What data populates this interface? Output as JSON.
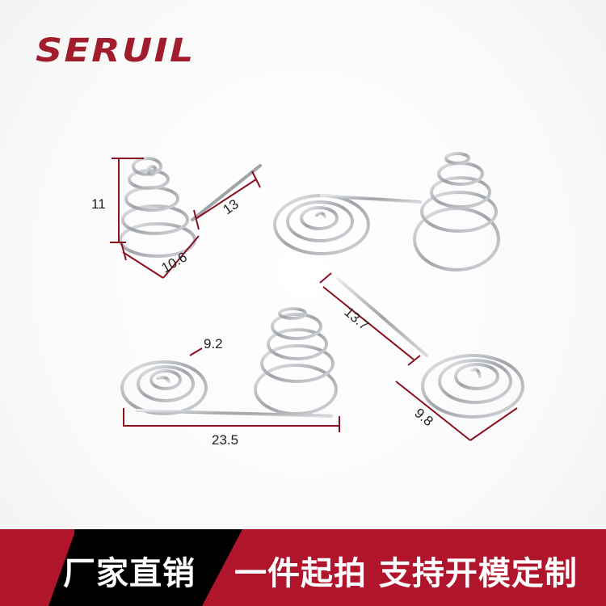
{
  "brand": {
    "logo_text": "SERUIL"
  },
  "dimensions": {
    "spring1_height": "11",
    "spring1_leg": "13",
    "spring1_diameter": "10.6",
    "spring3_small": "9.2",
    "spring3_length": "23.5",
    "spring4_leg": "13.7",
    "spring4_diameter": "9.8"
  },
  "banner": {
    "left_text": "厂家直销",
    "right_text": "一件起拍 支持开模定制"
  },
  "colors": {
    "brand": "#a11d2c",
    "banner_red": "#b0152c",
    "banner_black": "#000000",
    "dimension_line": "#8a1020",
    "wire": "#b5b8bc"
  }
}
